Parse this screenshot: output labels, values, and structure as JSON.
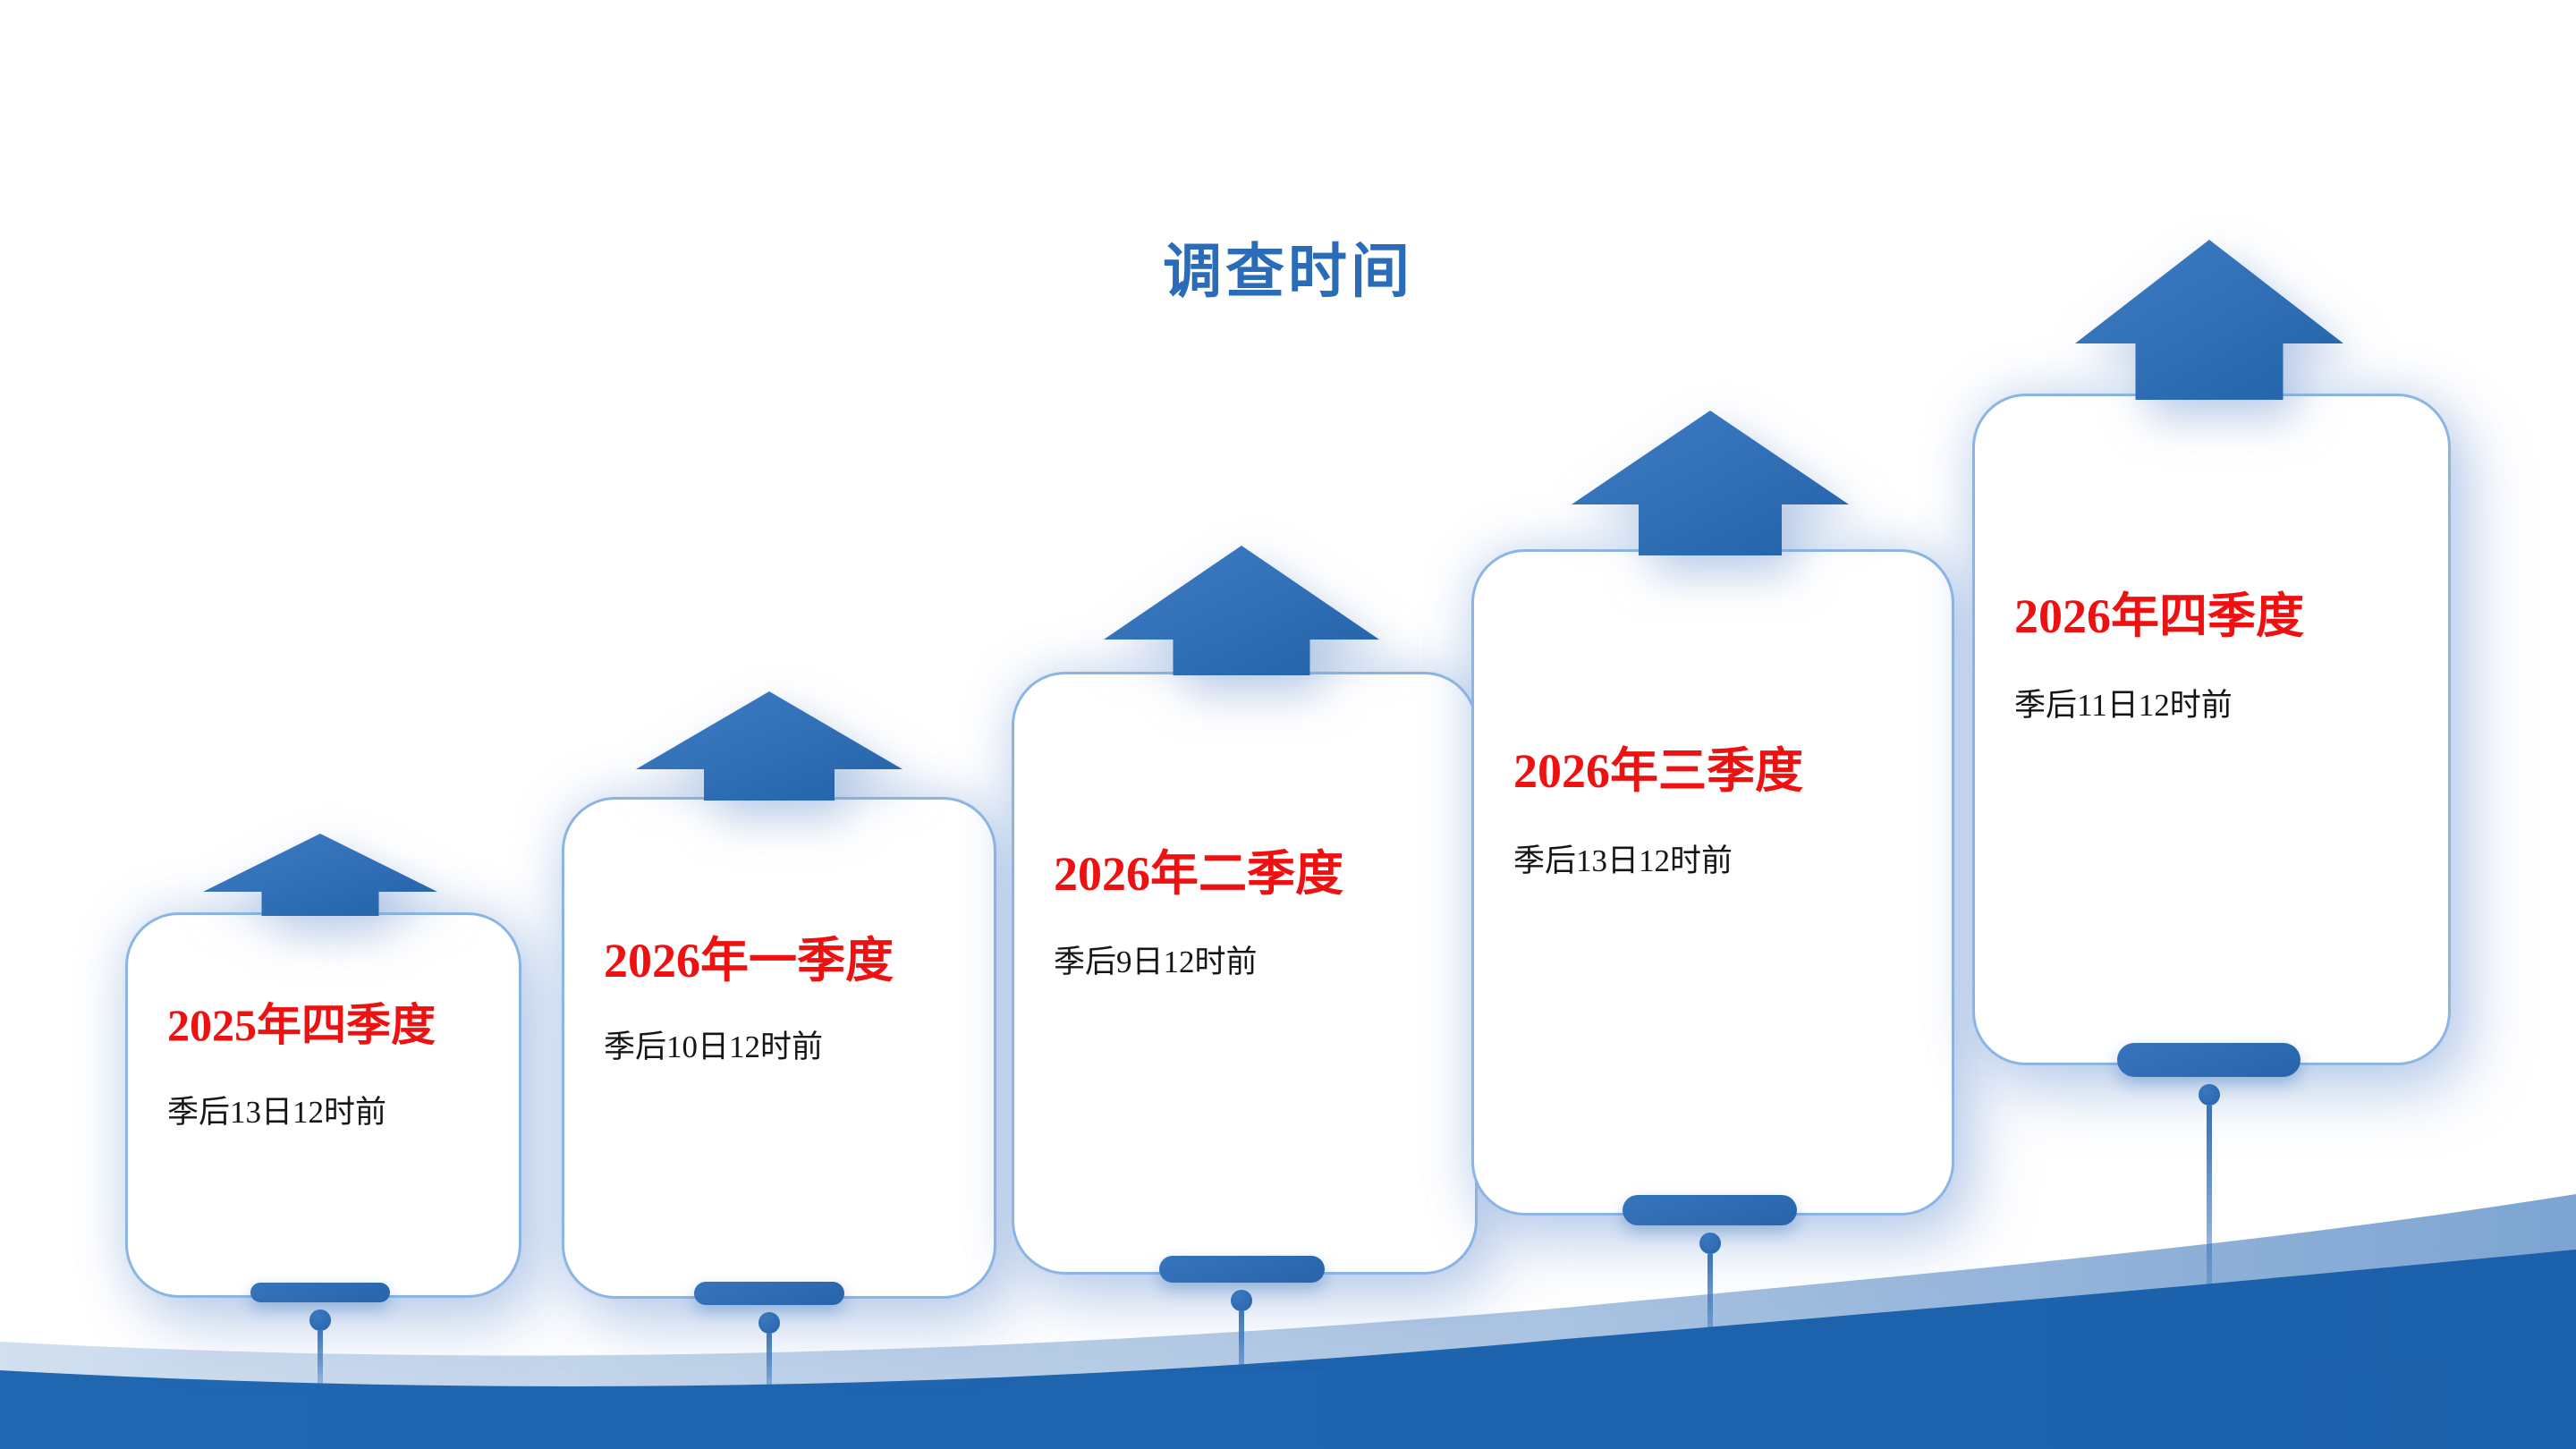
{
  "slide": {
    "title": "调查时间"
  },
  "cards": [
    {
      "title": "2025年四季度",
      "deadline": "季后13日12时前"
    },
    {
      "title": "2026年一季度",
      "deadline": "季后10日12时前"
    },
    {
      "title": "2026年二季度",
      "deadline": "季后9日12时前"
    },
    {
      "title": "2026年三季度",
      "deadline": "季后13日12时前"
    },
    {
      "title": "2026年四季度",
      "deadline": "季后11日12时前"
    }
  ],
  "colors": {
    "title_blue": "#2b6cb9",
    "highlight_red": "#ee1111",
    "arrow_blue": "#2e6db6",
    "card_border_blue": "#8cb5e3",
    "wave_solid_blue": "#1d64af",
    "wave_light_band": "rgba(46,109,182,0.45)"
  }
}
